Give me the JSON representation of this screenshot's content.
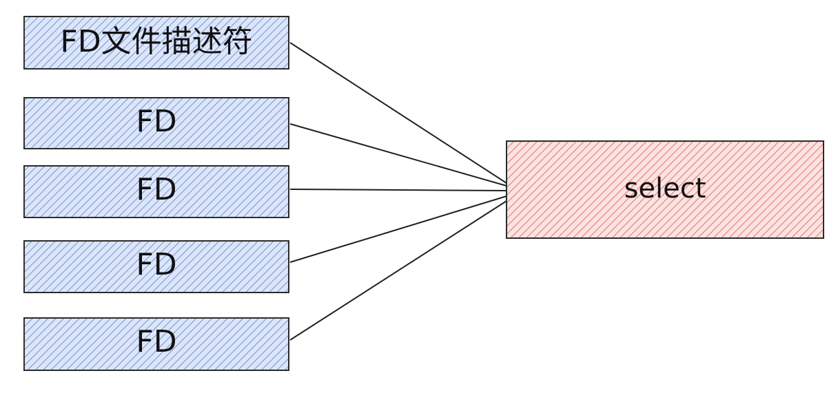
{
  "colors": {
    "background": "#ffffff",
    "fd_fill": "#dce6f8",
    "fd_hatch": "#6f93d6",
    "fd_stroke": "#2b2b2b",
    "select_fill": "#fbe3e1",
    "select_hatch": "#e7716c",
    "select_stroke": "#2b2b2b",
    "connector": "#1f1f1f",
    "text": "#111111"
  },
  "diagram": {
    "fd_boxes": [
      {
        "label": "FD文件描述符"
      },
      {
        "label": "FD"
      },
      {
        "label": "FD"
      },
      {
        "label": "FD"
      },
      {
        "label": "FD"
      }
    ],
    "select_box": {
      "label": "select"
    }
  }
}
